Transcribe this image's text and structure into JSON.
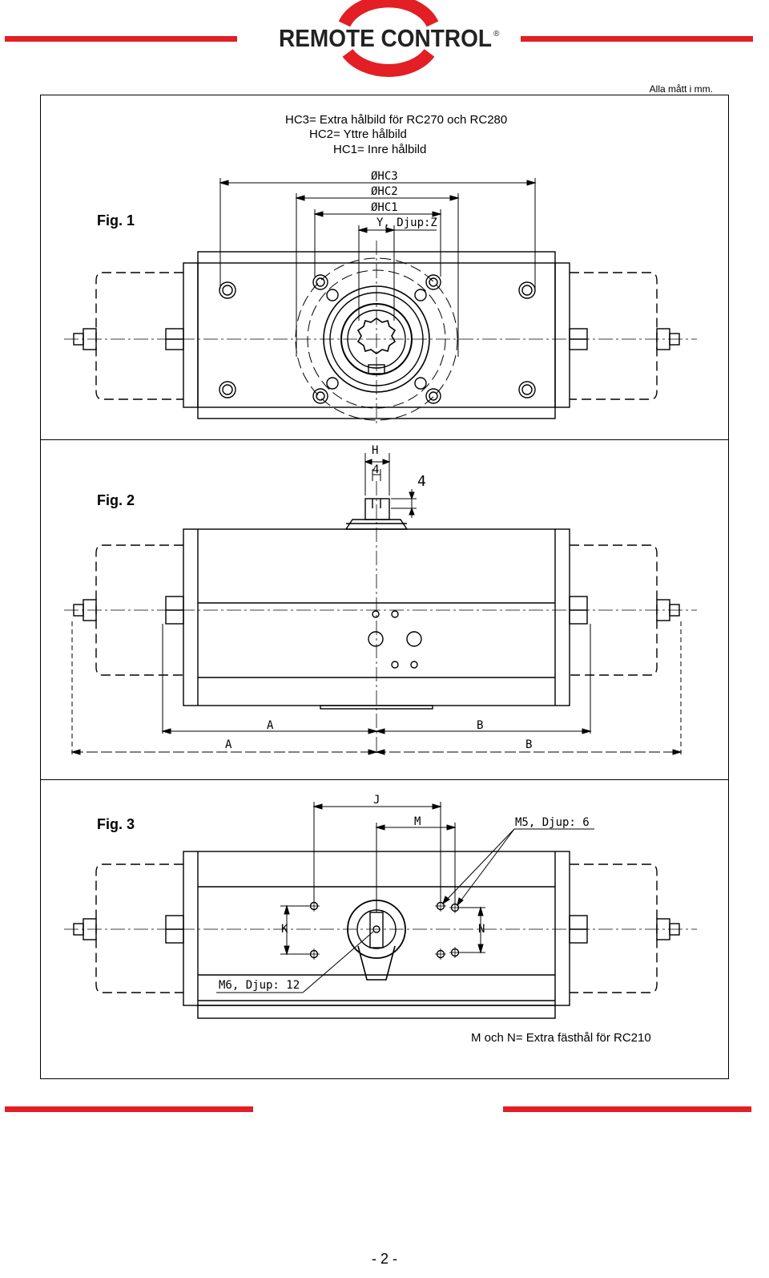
{
  "logo": {
    "text": "REMOTE CONTROL",
    "mark": "®",
    "brand_color": "#e31e24"
  },
  "units_note": "Alla mått i mm.",
  "legend": [
    "HC3= Extra hålbild för RC270 och RC280",
    "HC2= Yttre hålbild",
    "HC1= Inre hålbild"
  ],
  "figures": {
    "fig1": {
      "label": "Fig. 1",
      "dims": {
        "hc3": "ØHC3",
        "hc2": "ØHC2",
        "hc1": "ØHC1",
        "yz": "Y, Djup:Z"
      }
    },
    "fig2": {
      "label": "Fig. 2",
      "dims": {
        "h": "H",
        "four_top": "4",
        "four_side": "4",
        "a_inner": "A",
        "a_outer": "A",
        "b_inner": "B",
        "b_outer": "B"
      }
    },
    "fig3": {
      "label": "Fig. 3",
      "dims": {
        "j": "J",
        "m": "M",
        "m5": "M5, Djup: 6",
        "k": "K",
        "n": "N",
        "m6": "M6, Djup: 12"
      },
      "note": "M och N= Extra fästhål för RC210"
    }
  },
  "footer": {
    "page": "- 2 -"
  },
  "colors": {
    "accent": "#e31e24",
    "line": "#000000"
  }
}
